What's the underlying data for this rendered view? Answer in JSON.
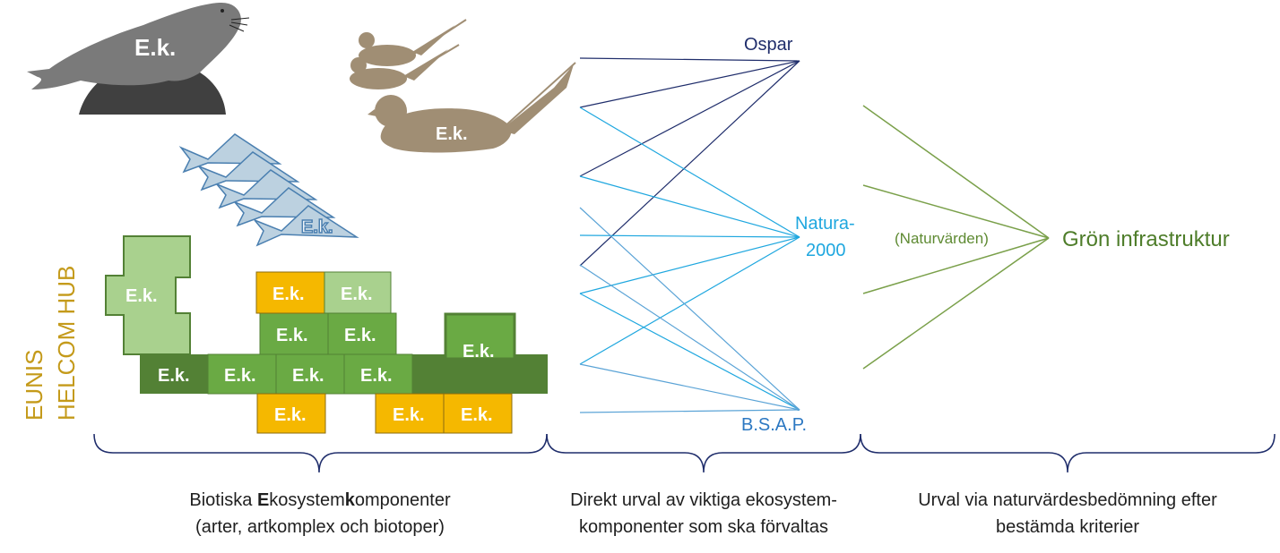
{
  "blocks": {
    "label": "E.k."
  },
  "classification": {
    "line1": "EUNIS",
    "line2": "HELCOM HUB"
  },
  "targets": {
    "ospar": "Ospar",
    "natura_line1": "Natura-",
    "natura_line2": "2000",
    "bsap": "B.S.A.P.",
    "naturvarden": "(Naturvärden)",
    "gron_infrastruktur": "Grön infrastruktur"
  },
  "captions": {
    "left": {
      "line1_pre": "Biotiska ",
      "line1_b1": "E",
      "line1_mid": "kosystem",
      "line1_b2": "k",
      "line1_post": "omponenter",
      "line2": "(arter, artkomplex och biotoper)"
    },
    "middle": {
      "line1": "Direkt urval av viktiga ekosystem-",
      "line2": "komponenter som ska förvaltas"
    },
    "right": {
      "line1": "Urval via naturvärdesbedömning efter",
      "line2": "bestämda kriterier"
    }
  },
  "colors": {
    "yellow": "#f5b800",
    "light_green": "#a9d18e",
    "mid_green": "#6aaa44",
    "dark_green": "#538135",
    "fish": "#bcd1e0",
    "bird": "#a08e74",
    "seal": "#7a7a7a",
    "rock": "#404040",
    "ospar_line": "#1f2d6b",
    "natura_line": "#1fa7df",
    "bsap_line": "#5aa3d6",
    "natv_line": "#7aa04a"
  }
}
